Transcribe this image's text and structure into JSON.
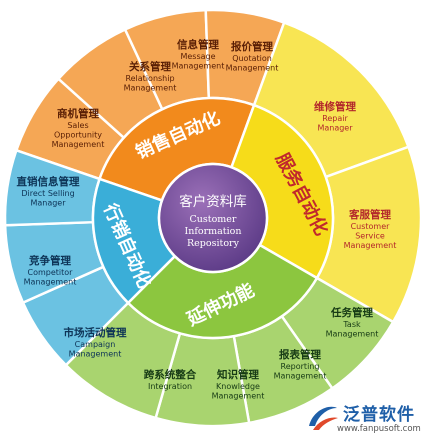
{
  "center": {
    "title": "客户资料库",
    "en_lines": [
      "Customer",
      "Information",
      "Repository"
    ]
  },
  "categories": [
    {
      "key": "sales",
      "label": "销售自动化",
      "color": "#f28a1c"
    },
    {
      "key": "service",
      "label": "服务自动化",
      "color": "#f6dc1a"
    },
    {
      "key": "extension",
      "label": "延伸功能",
      "color": "#8cc63f"
    },
    {
      "key": "marketing",
      "label": "行销自动化",
      "color": "#3aaed8"
    }
  ],
  "modules": [
    {
      "category": "sales",
      "cn": "商机管理",
      "en": [
        "Sales",
        "Opportunity",
        "Management"
      ]
    },
    {
      "category": "sales",
      "cn": "关系管理",
      "en": [
        "Relationship",
        "Management"
      ]
    },
    {
      "category": "sales",
      "cn": "信息管理",
      "en": [
        "Message",
        "Management"
      ]
    },
    {
      "category": "sales",
      "cn": "报价管理",
      "en": [
        "Quotation",
        "Management"
      ]
    },
    {
      "category": "service",
      "cn": "维修管理",
      "en": [
        "Repair",
        "Manager"
      ]
    },
    {
      "category": "service",
      "cn": "客服管理",
      "en": [
        "Customer",
        "Service",
        "Management"
      ]
    },
    {
      "category": "extension",
      "cn": "任务管理",
      "en": [
        "Task",
        "Management"
      ]
    },
    {
      "category": "extension",
      "cn": "报表管理",
      "en": [
        "Reporting",
        "Management"
      ]
    },
    {
      "category": "extension",
      "cn": "知识管理",
      "en": [
        "Knowledge",
        "Management"
      ]
    },
    {
      "category": "extension",
      "cn": "跨系统整合",
      "en": [
        "Integration"
      ]
    },
    {
      "category": "marketing",
      "cn": "市场活动管理",
      "en": [
        "Campaign",
        "Management"
      ]
    },
    {
      "category": "marketing",
      "cn": "竞争管理",
      "en": [
        "Competitor",
        "Management"
      ]
    },
    {
      "category": "marketing",
      "cn": "直销信息管理",
      "en": [
        "Direct Selling",
        "Manager"
      ]
    }
  ],
  "logo": {
    "name": "泛普软件",
    "url": "www.fanpusoft.com",
    "colors": {
      "primary": "#1f5fa8",
      "accent": "#e0492b"
    }
  }
}
